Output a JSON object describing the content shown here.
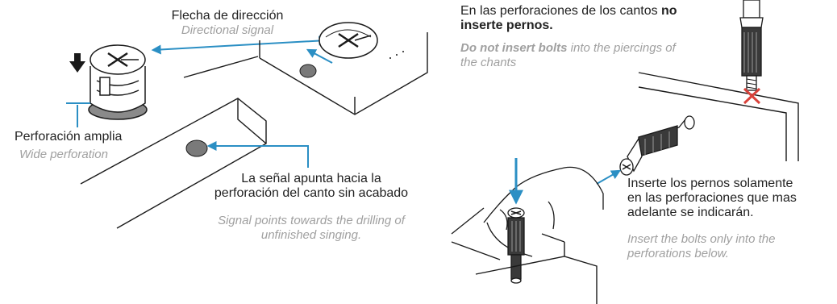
{
  "labels": {
    "flecha_es": "Flecha de dirección",
    "flecha_en": "Directional signal",
    "perforacion_es": "Perforación amplia",
    "perforacion_en": "Wide perforation",
    "senal_es_1": "La señal apunta hacia la",
    "senal_es_2": "perforación del canto sin acabado",
    "senal_en_1": "Signal points towards the drilling of",
    "senal_en_2": "unfinished singing.",
    "cantos_es_1": "En las perforaciones de los cantos ",
    "cantos_es_bold_1": "no",
    "cantos_es_bold_2": "inserte pernos.",
    "cantos_en_bold": "Do not insert bolts",
    "cantos_en_rest_1": " into the piercings of",
    "cantos_en_rest_2": "the chants",
    "inserte_es_1": "Inserte los pernos solamente",
    "inserte_es_2": "en las perforaciones que mas",
    "inserte_es_3": "adelante se indicarán.",
    "inserte_en_1": "Insert the bolts only into the",
    "inserte_en_2": "perforations below."
  },
  "colors": {
    "accent": "#2b8fc4",
    "cross": "#d9423b",
    "line": "#1a1a1a",
    "hole": "#7a7a7a"
  },
  "icons": [
    "down-arrow-icon",
    "cam-lock-fitting-icon",
    "bolt-icon",
    "cross-mark-icon",
    "hand-icon"
  ]
}
